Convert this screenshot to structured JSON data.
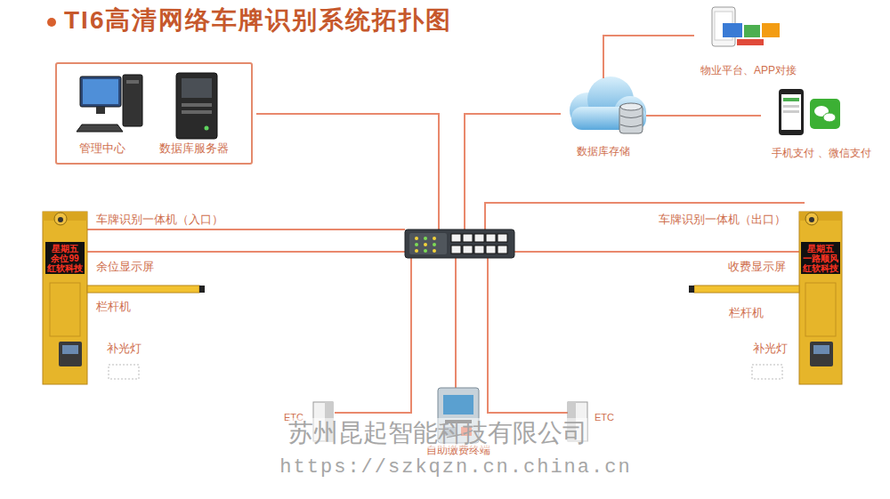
{
  "diagram": {
    "title": "TI6高清网络车牌识别系统拓扑图",
    "nodes": [
      {
        "text": [
          "管理中心",
          "数据库服务器"
        ]
      },
      {
        "text": [
          "数据库存储"
        ]
      },
      {
        "text": [
          "物业平台、APP对接"
        ]
      },
      {
        "text": [
          "手机支付 、微信支付"
        ]
      }
    ],
    "edges": [
      {
        "from": 1,
        "to": 2,
        "arrow": "none"
      },
      {
        "from": 1,
        "to": 3,
        "arrow": "none"
      }
    ],
    "labels": [
      "车牌识别一体机（入口）",
      "余位显示屏",
      "栏杆机",
      "补光灯",
      "车牌识别一体机（出口）",
      "收费显示屏",
      "栏杆机",
      "补光灯",
      "ETC",
      "ETC",
      "自助缴费终端",
      "星期五",
      "余位99",
      "红软科技",
      "星期五",
      "一路顺风",
      "红软科技",
      "苏州昆起智能科技有限公司",
      "https://szkqzn.cn.china.cn"
    ]
  }
}
